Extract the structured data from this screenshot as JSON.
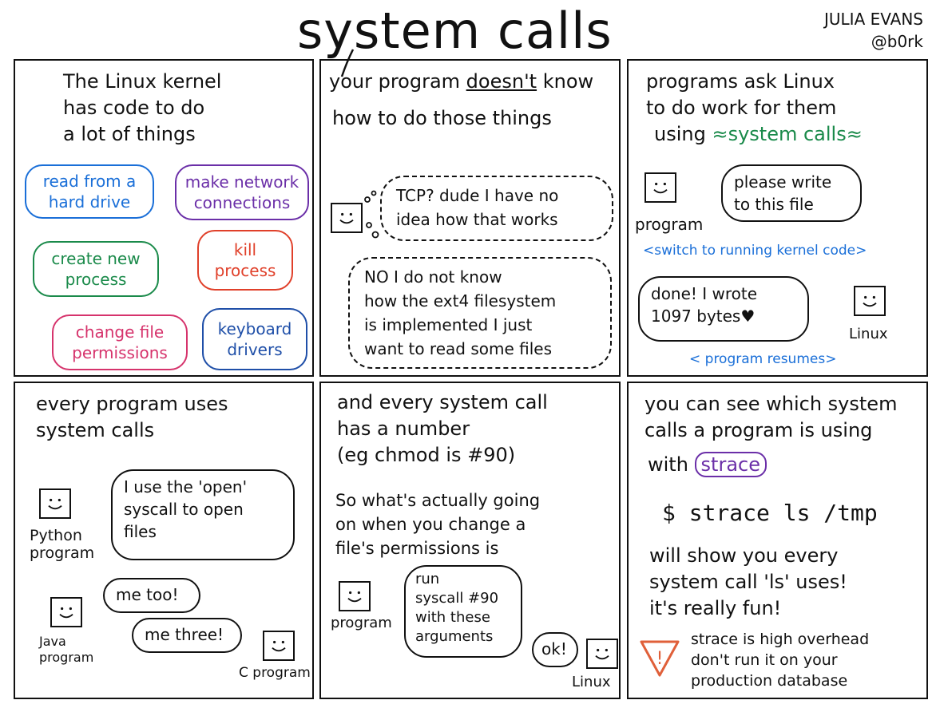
{
  "title": "system calls",
  "author": {
    "name": "JULIA EVANS",
    "handle": "@b0rk"
  },
  "panel1": {
    "text": "The Linux kernel\nhas code to do\na lot of things",
    "items": [
      {
        "label": "read from a\nhard drive",
        "color": "#1a6fd8"
      },
      {
        "label": "make network\nconnections",
        "color": "#6b2fa8"
      },
      {
        "label": "create new\nprocess",
        "color": "#1a8a4a"
      },
      {
        "label": "kill\nprocess",
        "color": "#e0402a"
      },
      {
        "label": "change file\npermissions",
        "color": "#d6336c"
      },
      {
        "label": "keyboard\ndrivers",
        "color": "#1f4fa8"
      }
    ]
  },
  "panel2": {
    "text_a": "your program ",
    "text_b": "doesn't",
    "text_c": " know",
    "text2": "how to do those things",
    "thought1": "TCP? dude I have no\nidea how that works",
    "thought2": "NO I do not know\nhow the ext4 filesystem\nis implemented I just\nwant to read some files"
  },
  "panel3": {
    "text": "programs ask Linux\nto do work for them",
    "text2": "using ",
    "highlight": "system calls",
    "program_label": "program",
    "request": "please write\nto this file",
    "switch": "<switch to running kernel code>",
    "reply": "done! I wrote\n1097 bytes♥",
    "linux_label": "Linux",
    "resume": "< program resumes>"
  },
  "panel4": {
    "text": "every program uses\nsystem calls",
    "python_label": "Python\nprogram",
    "python_says": "I use the 'open'\nsyscall to open\nfiles",
    "java_label": "Java\nprogram",
    "java_says": "me too!",
    "c_label": "C program",
    "c_says": "me three!"
  },
  "panel5": {
    "text": "and every system call\nhas a number\n(eg chmod is #90)",
    "text2": "So what's actually going\non when you change a\nfile's permissions is",
    "program_label": "program",
    "program_says": "run\nsyscall #90\nwith these\narguments",
    "linux_label": "Linux",
    "linux_says": "ok!"
  },
  "panel6": {
    "text": "you can see which system\ncalls a program is using",
    "text_with": "with ",
    "highlight": "strace",
    "command": "$ strace ls /tmp",
    "text2": "will show you every\nsystem call 'ls' uses!\nit's really fun!",
    "warning": "strace is high overhead\ndon't run it on your\nproduction database",
    "warning_icon": "warning-triangle-icon"
  }
}
